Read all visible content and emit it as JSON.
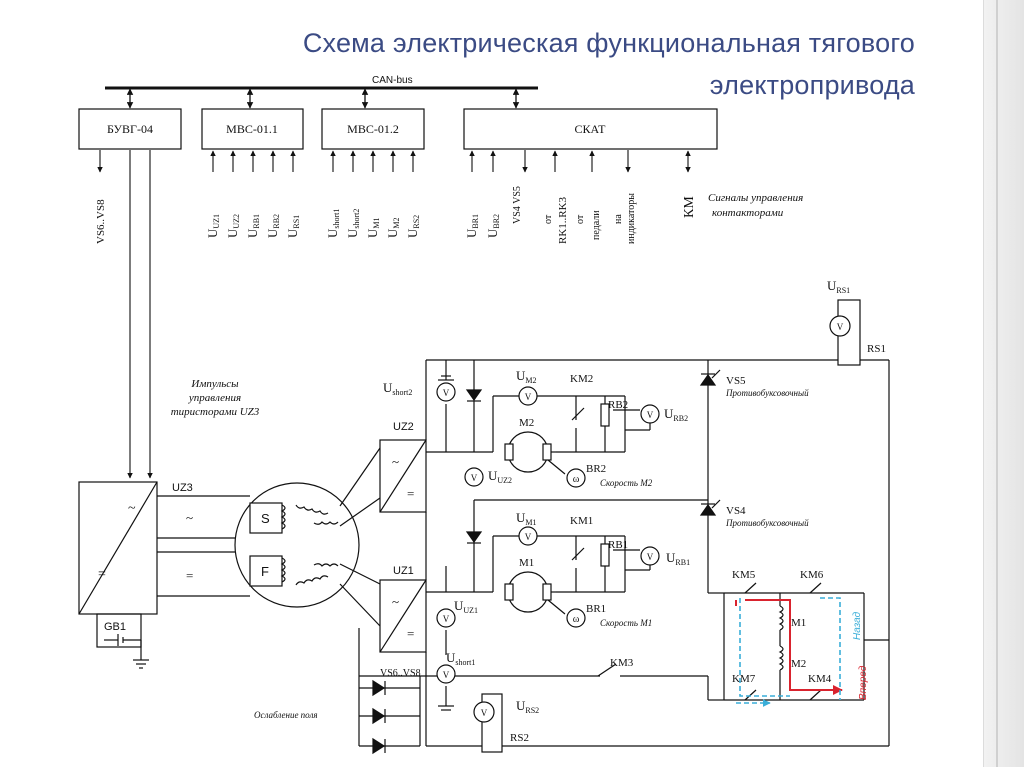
{
  "title": {
    "line1": "Схема электрическая функциональная тягового",
    "line2": "электропривода"
  },
  "bus": {
    "label": "CAN-bus"
  },
  "blocks": {
    "buvg": "БУВГ-04",
    "mvs1": "МВС-01.1",
    "mvs2": "МВС-01.2",
    "skat": "СКАТ",
    "uz3_ac": "~",
    "uz3_dc": "="
  },
  "signals": {
    "vs6vs8": "VS6..VS8",
    "mvs1_inputs": [
      {
        "base": "U",
        "sub": "UZ1"
      },
      {
        "base": "U",
        "sub": "UZ2"
      },
      {
        "base": "U",
        "sub": "RB1"
      },
      {
        "base": "U",
        "sub": "RB2"
      },
      {
        "base": "U",
        "sub": "RS1"
      }
    ],
    "mvs2_inputs": [
      {
        "base": "U",
        "sub": "short1"
      },
      {
        "base": "U",
        "sub": "short2"
      },
      {
        "base": "U",
        "sub": "M1"
      },
      {
        "base": "U",
        "sub": "M2"
      },
      {
        "base": "U",
        "sub": "RS2"
      }
    ],
    "skat_ubr1": {
      "base": "U",
      "sub": "BR1"
    },
    "skat_ubr2": {
      "base": "U",
      "sub": "BR2"
    },
    "skat_vs4vs5": "VS4 VS5",
    "skat_ot1": "от",
    "skat_rk": "RK1..RK3",
    "skat_ot2": "от",
    "skat_pedali": "педали",
    "skat_na": "на",
    "skat_indicators": "индикаторы",
    "km": "КМ",
    "contactor_note_1": "Сигналы управления",
    "contactor_note_2": "контакторами"
  },
  "notes": {
    "impulses_1": "Импульсы",
    "impulses_2": "управления",
    "impulses_3": "тиристорами UZ3",
    "field_weakening": "Ослабление поля",
    "anti_slip": "Противобуксовочный",
    "speed_m2": "Скорость М2",
    "speed_m1": "Скорость М1",
    "back": "Назад",
    "forward": "Вперед"
  },
  "components": {
    "uz3": "UZ3",
    "gb1": "GB1",
    "uz2": "UZ2",
    "uz1": "UZ1",
    "uz_ac": "~",
    "uz_dc": "=",
    "s_winding": "S",
    "f_winding": "F",
    "tilde": "~",
    "equals": "=",
    "m1": "M1",
    "m2": "M2",
    "km1": "KM1",
    "km2": "KM2",
    "km3": "KM3",
    "km4": "KM4",
    "km5": "KM5",
    "km6": "KM6",
    "km7": "KM7",
    "rb1": "RB1",
    "rb2": "RB2",
    "rs1": "RS1",
    "rs2": "RS2",
    "vs4": "VS4",
    "vs5": "VS5",
    "vs6vs8": "VS6..VS8",
    "br1": "BR1",
    "br2": "BR2",
    "m1_coil": "M1",
    "m2_coil": "M2",
    "volt_symbol": "V",
    "omega_symbol": "ω"
  },
  "meters": {
    "urs1": {
      "base": "U",
      "sub": "RS1"
    },
    "um2": {
      "base": "U",
      "sub": "M2"
    },
    "ushort2": {
      "base": "U",
      "sub": "short2"
    },
    "urb2": {
      "base": "U",
      "sub": "RB2"
    },
    "uuz2": {
      "base": "U",
      "sub": "UZ2"
    },
    "um1": {
      "base": "U",
      "sub": "M1"
    },
    "urb1": {
      "base": "U",
      "sub": "RB1"
    },
    "uuz1": {
      "base": "U",
      "sub": "UZ1"
    },
    "ushort1": {
      "base": "U",
      "sub": "short1"
    },
    "urs2": {
      "base": "U",
      "sub": "RS2"
    }
  },
  "colors": {
    "title": "#3b4b84",
    "ink": "#111111",
    "forward_path": "#d9232e",
    "back_path": "#3aaed8"
  }
}
